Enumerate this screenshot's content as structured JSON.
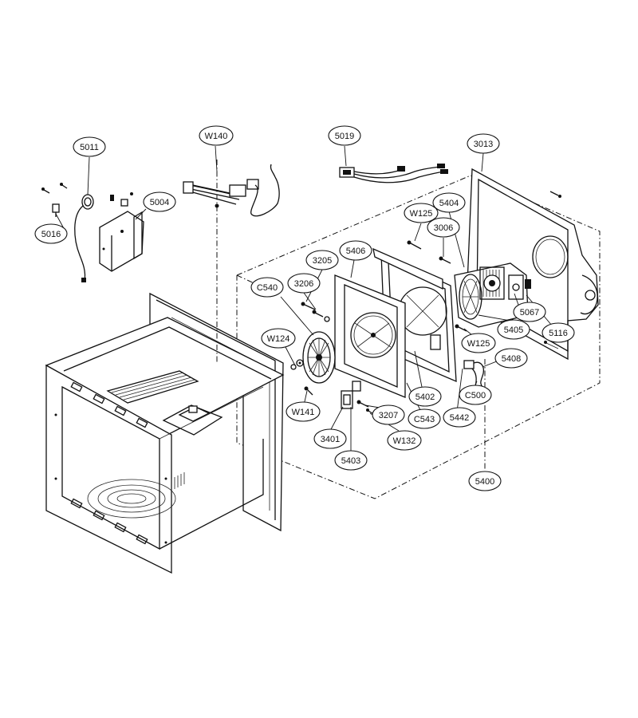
{
  "diagram": {
    "callouts": [
      {
        "id": "c-5011",
        "text": "5011"
      },
      {
        "id": "c-W140",
        "text": "W140"
      },
      {
        "id": "c-5019",
        "text": "5019"
      },
      {
        "id": "c-3013",
        "text": "3013"
      },
      {
        "id": "c-5004",
        "text": "5004"
      },
      {
        "id": "c-5016",
        "text": "5016"
      },
      {
        "id": "c-5404",
        "text": "5404"
      },
      {
        "id": "c-W125a",
        "text": "W125"
      },
      {
        "id": "c-3006",
        "text": "3006"
      },
      {
        "id": "c-3205",
        "text": "3205"
      },
      {
        "id": "c-5406",
        "text": "5406"
      },
      {
        "id": "c-3206",
        "text": "3206"
      },
      {
        "id": "c-C540",
        "text": "C540"
      },
      {
        "id": "c-5067",
        "text": "5067"
      },
      {
        "id": "c-5405",
        "text": "5405"
      },
      {
        "id": "c-5116",
        "text": "5116"
      },
      {
        "id": "c-W124",
        "text": "W124"
      },
      {
        "id": "c-W125b",
        "text": "W125"
      },
      {
        "id": "c-5408",
        "text": "5408"
      },
      {
        "id": "c-5402",
        "text": "5402"
      },
      {
        "id": "c-C500",
        "text": "C500"
      },
      {
        "id": "c-W141",
        "text": "W141"
      },
      {
        "id": "c-3207",
        "text": "3207"
      },
      {
        "id": "c-C543",
        "text": "C543"
      },
      {
        "id": "c-5442",
        "text": "5442"
      },
      {
        "id": "c-3401",
        "text": "3401"
      },
      {
        "id": "c-W132",
        "text": "W132"
      },
      {
        "id": "c-5403",
        "text": "5403"
      },
      {
        "id": "c-5400",
        "text": "5400"
      }
    ]
  }
}
